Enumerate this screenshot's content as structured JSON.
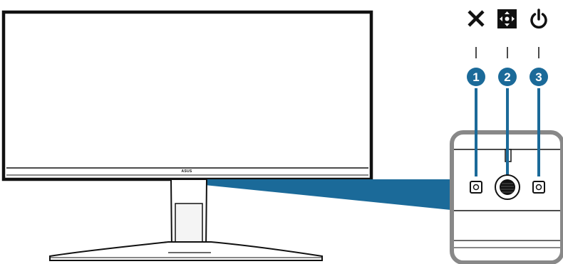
{
  "monitor": {
    "brand": "ASUS"
  },
  "controls": [
    {
      "number": "1",
      "icon": "close-icon",
      "meaning": "exit"
    },
    {
      "number": "2",
      "icon": "five-way-navigation-icon",
      "meaning": "joystick"
    },
    {
      "number": "3",
      "icon": "power-icon",
      "meaning": "power"
    }
  ],
  "colors": {
    "callout": "#1b6a99",
    "number_badge": "#1b6a99",
    "outline": "#111111"
  }
}
